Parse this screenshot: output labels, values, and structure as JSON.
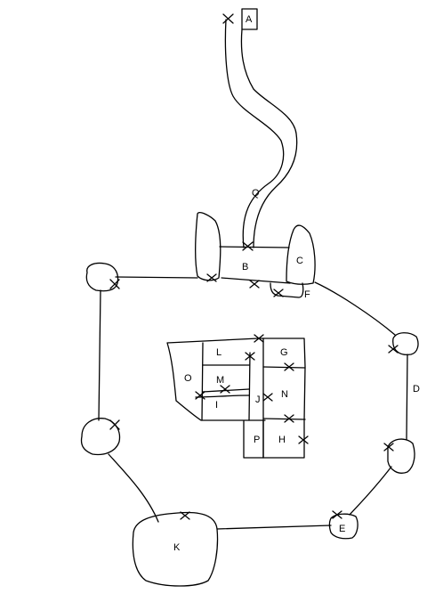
{
  "diagram": {
    "labels": {
      "A": "A",
      "B": "B",
      "C": "C",
      "D": "D",
      "E": "E",
      "F": "F",
      "G": "G",
      "H": "H",
      "I": "I",
      "J": "J",
      "K": "K",
      "L": "L",
      "M": "M",
      "N": "N",
      "O": "O",
      "P": "P",
      "Q": "Q"
    }
  }
}
